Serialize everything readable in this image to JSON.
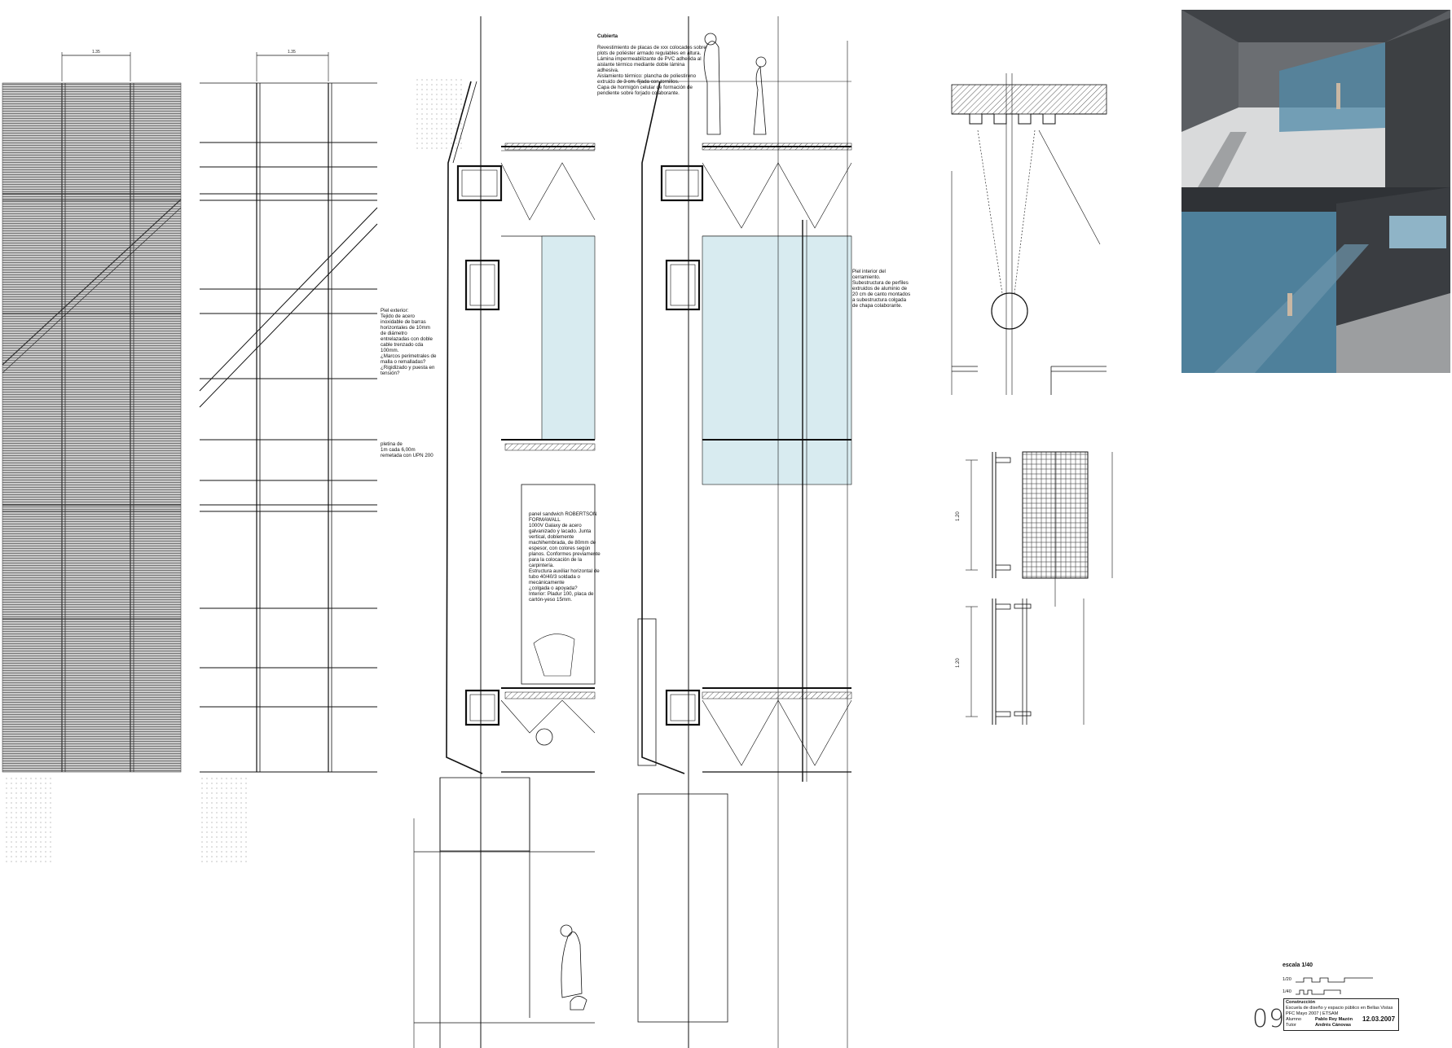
{
  "dimensions": {
    "elevation_a_top": "1.35",
    "elevation_b_top": "1.35",
    "detail_upper": "1.20",
    "detail_lower": "1.20"
  },
  "notes": {
    "cubierta": {
      "title": "Cubierta",
      "body": "Revestimiento de placas de xxx colocados sobre\nplots de poliéster armado regulables en altura.\nLámina impermeabilizante de PVC adherida al\naislante térmico mediante doble lámina\nadhesiva.\nAislamiento térmico: plancha de poliestireno\nextruido de 3 cm. fijada con tornillos.\nCapa de hormigón celular de formación de\npendiente sobre forjado colaborante."
    },
    "piel_exterior": {
      "body": "Piel exterior:\nTejido de acero\ninoxidable de barras\nhorizontales de 10mm\nde diámetro\nentrelazadas con doble\ncable trenzado cda\n100mm.\n¿Marcos perimetrales de\nmalla o remalladas?\n¿Rigidizado y puesta en\ntensión?"
    },
    "pletina": {
      "body": "pletina de\n1m cada 6,00m\nremetada con UPN 200"
    },
    "panel_sandwich": {
      "body": "panel sandwich ROBERTSON\nFORMAWALL\n1000V Galaxy de acero\ngalvanizado y lacado. Junta\nvertical, doblemente\nmachihembrada, de 80mm de\nespesor, con colores según\nplanos. Conformes previamente\npara la colocación de la\ncarpintería.\nEstructura auxiliar horizontal de\ntubo 40/40/3 soldada o\nmecánicamente\n¿colgada o apoyada?\nInterior: Pladur 100, placa de\ncartón-yeso 15mm."
    },
    "piel_interior": {
      "body": "Piel interior del\ncerramiento.\nSubestructura de perfiles\nextruidos de aluminio de\n20 cm de canto montados\na subestructura colgada\nde chapa colaborante."
    }
  },
  "title_block": {
    "scale_label": "escala 1/40",
    "scale_bar_1": "1/20",
    "scale_bar_2": "1/40",
    "sheet_title": "Construcción",
    "project": "Escuela de diseño y espacio público en Bellas Vistas",
    "course": "PFC Mayo 2007 | ETSAM",
    "student_label": "Alumno",
    "student": "Pablo Rey Mazón",
    "tutor_label": "Tutor",
    "tutor": "Andrés Cánovas",
    "date": "12.03.2007",
    "sheet_number": "09"
  },
  "colors": {
    "line": "#111111",
    "glass": "#d8ebf0",
    "render_dark": "#4a4d52",
    "render_blue": "#4f8aa8",
    "hatch": "#8a8a8a"
  }
}
